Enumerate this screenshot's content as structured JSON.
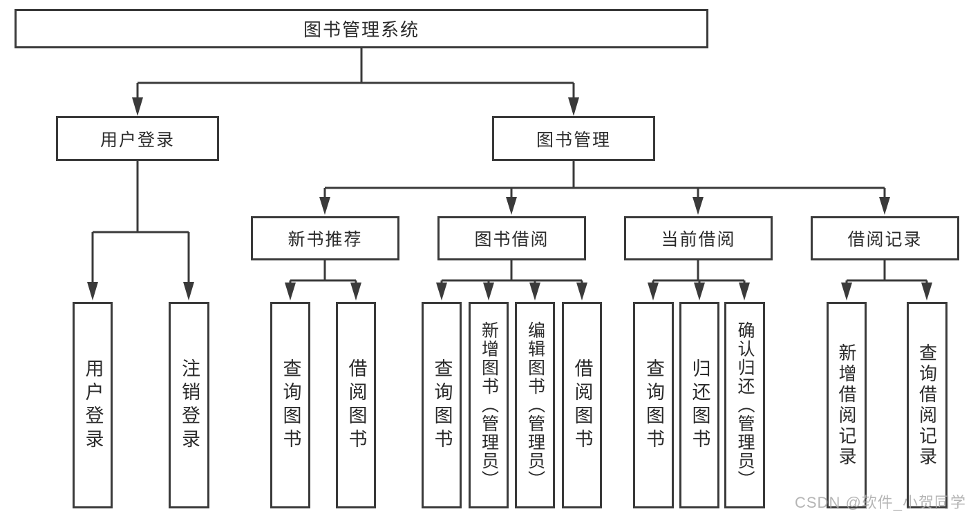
{
  "diagram": {
    "colors": {
      "line": "#3a3a3a",
      "text": "#2b2b2b",
      "background": "#ffffff",
      "watermark": "#a9a9a9"
    },
    "watermark": "CSDN @软件_小贺同学",
    "tree": {
      "label": "图书管理系统",
      "children": [
        {
          "label": "用户登录",
          "children": [
            {
              "label": "用户登录"
            },
            {
              "label": "注销登录"
            }
          ]
        },
        {
          "label": "图书管理",
          "children": [
            {
              "label": "新书推荐",
              "children": [
                {
                  "label": "查询图书"
                },
                {
                  "label": "借阅图书"
                }
              ]
            },
            {
              "label": "图书借阅",
              "children": [
                {
                  "label": "查询图书"
                },
                {
                  "label": "新增图书（管理员）"
                },
                {
                  "label": "编辑图书（管理员）"
                },
                {
                  "label": "借阅图书"
                }
              ]
            },
            {
              "label": "当前借阅",
              "children": [
                {
                  "label": "查询图书"
                },
                {
                  "label": "归还图书"
                },
                {
                  "label": "确认归还（管理员）"
                }
              ]
            },
            {
              "label": "借阅记录",
              "children": [
                {
                  "label": "新增借阅记录"
                },
                {
                  "label": "查询借阅记录"
                }
              ]
            }
          ]
        }
      ]
    }
  }
}
